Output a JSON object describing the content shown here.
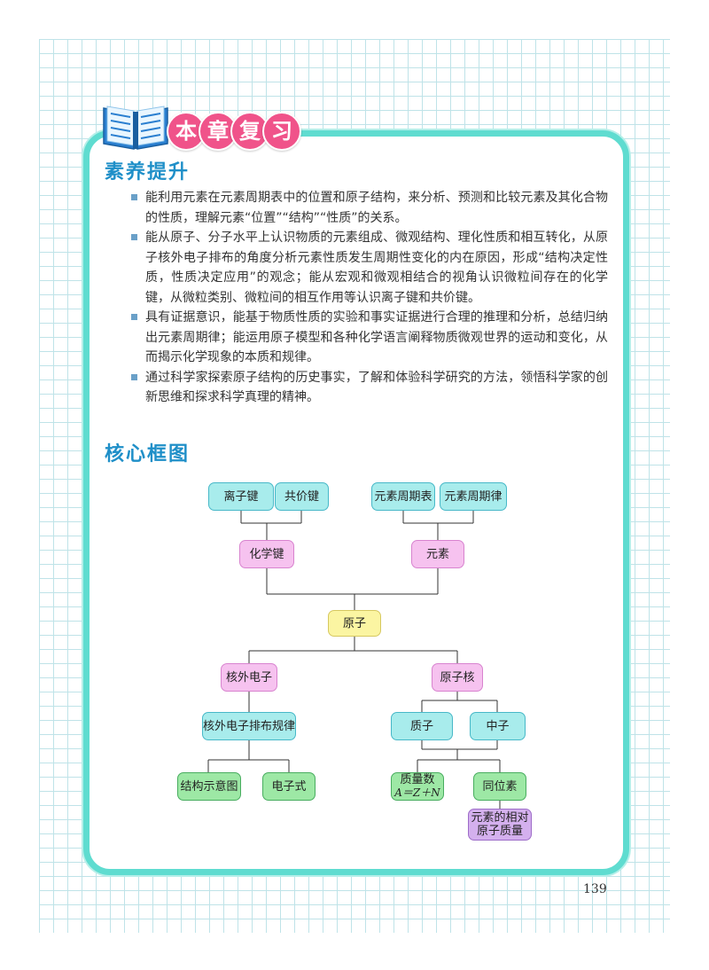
{
  "header": {
    "title_chars": [
      "本",
      "章",
      "复",
      "习"
    ]
  },
  "section1": {
    "title": "素养提升",
    "bullets": [
      "能利用元素在元素周期表中的位置和原子结构，来分析、预测和比较元素及其化合物的性质，理解元素“位置”“结构”“性质”的关系。",
      "能从原子、分子水平上认识物质的元素组成、微观结构、理化性质和相互转化，从原子核外电子排布的角度分析元素性质发生周期性变化的内在原因，形成“结构决定性质，性质决定应用”的观念；能从宏观和微观相结合的视角认识微粒间存在的化学键，从微粒类别、微粒间的相互作用等认识离子键和共价键。",
      "具有证据意识，能基于物质性质的实验和事实证据进行合理的推理和分析，总结归纳出元素周期律；能运用原子模型和各种化学语言阐释物质微观世界的运动和变化，从而揭示化学现象的本质和规律。",
      "通过科学家探索原子结构的历史事实，了解和体验科学研究的方法，领悟科学家的创新思维和探求科学真理的精神。"
    ]
  },
  "section2": {
    "title": "核心框图"
  },
  "diagram": {
    "ionic_bond": "离子键",
    "covalent_bond": "共价键",
    "periodic_table": "元素周期表",
    "periodic_law": "元素周期律",
    "chemical_bond": "化学键",
    "element": "元素",
    "atom": "原子",
    "outer_electrons": "核外电子",
    "nucleus": "原子核",
    "electron_rule": "核外电子排布规律",
    "proton": "质子",
    "neutron": "中子",
    "structure_diagram": "结构示意图",
    "electron_formula": "电子式",
    "mass_number": "质量数",
    "mass_formula": "A＝Z＋N",
    "isotope": "同位素",
    "relative_mass_1": "元素的相对",
    "relative_mass_2": "原子质量"
  },
  "page_number": "139",
  "colors": {
    "border": "#5fdcd0",
    "title_blue": "#1f8fc8",
    "badge_pink": "#f0538a"
  }
}
